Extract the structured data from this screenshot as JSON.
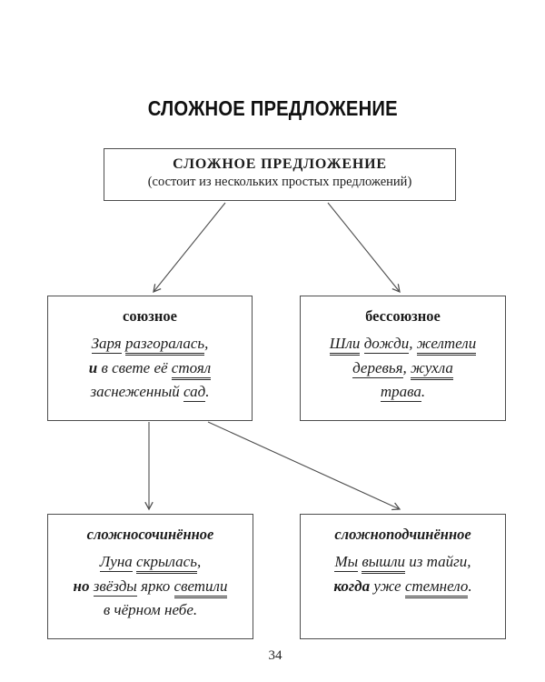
{
  "page": {
    "title": "СЛОЖНОЕ ПРЕДЛОЖЕНИЕ",
    "page_number": "34"
  },
  "colors": {
    "ink": "#1c1c1c",
    "box_border": "#4d4d4d",
    "arrow": "#4d4d4d"
  },
  "legend": {
    "subject": "single-underline",
    "predicate": "double-underline",
    "conj": "bold-conjunction"
  },
  "root_box": {
    "title": "СЛОЖНОЕ ПРЕДЛОЖЕНИЕ",
    "subtitle": "(состоит из нескольких простых предложений)"
  },
  "boxes": [
    {
      "id": "soyuznoe",
      "title": "союзное",
      "lines": [
        [
          {
            "t": "Заря",
            "s": "subject"
          },
          {
            "t": " ",
            "s": "plain"
          },
          {
            "t": "разгоралась",
            "s": "predicate"
          },
          {
            "t": ",",
            "s": "plain"
          }
        ],
        [
          {
            "t": "и",
            "s": "conj"
          },
          {
            "t": " в свете её ",
            "s": "plain"
          },
          {
            "t": "стоял",
            "s": "predicate"
          }
        ],
        [
          {
            "t": "заснеженный ",
            "s": "plain"
          },
          {
            "t": "сад",
            "s": "subject"
          },
          {
            "t": ".",
            "s": "plain"
          }
        ]
      ]
    },
    {
      "id": "bessoyuznoe",
      "title": "бессоюзное",
      "lines": [
        [
          {
            "t": "Шли",
            "s": "predicate"
          },
          {
            "t": " ",
            "s": "plain"
          },
          {
            "t": "дожди",
            "s": "subject"
          },
          {
            "t": ", ",
            "s": "plain"
          },
          {
            "t": "желтели",
            "s": "predicate"
          }
        ],
        [
          {
            "t": "деревья",
            "s": "subject"
          },
          {
            "t": ", ",
            "s": "plain"
          },
          {
            "t": "жухла",
            "s": "predicate"
          }
        ],
        [
          {
            "t": "трава",
            "s": "subject"
          },
          {
            "t": ".",
            "s": "plain"
          }
        ]
      ]
    },
    {
      "id": "slozhnosochinennoe",
      "title": "сложносочинённое",
      "lines": [
        [
          {
            "t": "Луна",
            "s": "subject"
          },
          {
            "t": " ",
            "s": "plain"
          },
          {
            "t": "скрылась",
            "s": "predicate"
          },
          {
            "t": ",",
            "s": "plain"
          }
        ],
        [
          {
            "t": "но",
            "s": "conj"
          },
          {
            "t": " ",
            "s": "plain"
          },
          {
            "t": "звёзды",
            "s": "subject"
          },
          {
            "t": " ярко ",
            "s": "plain"
          },
          {
            "t": "светили",
            "s": "predicate"
          }
        ],
        [
          {
            "t": "в чёрном небе.",
            "s": "plain"
          }
        ]
      ]
    },
    {
      "id": "slozhnopodchinennoe",
      "title": "сложноподчинённое",
      "lines": [
        [
          {
            "t": "Мы",
            "s": "subject"
          },
          {
            "t": " ",
            "s": "plain"
          },
          {
            "t": "вышли",
            "s": "predicate"
          },
          {
            "t": " из тайги,",
            "s": "plain"
          }
        ],
        [
          {
            "t": "когда",
            "s": "conj"
          },
          {
            "t": " уже ",
            "s": "plain"
          },
          {
            "t": "стемнело",
            "s": "predicate"
          },
          {
            "t": ".",
            "s": "plain"
          }
        ]
      ]
    }
  ]
}
